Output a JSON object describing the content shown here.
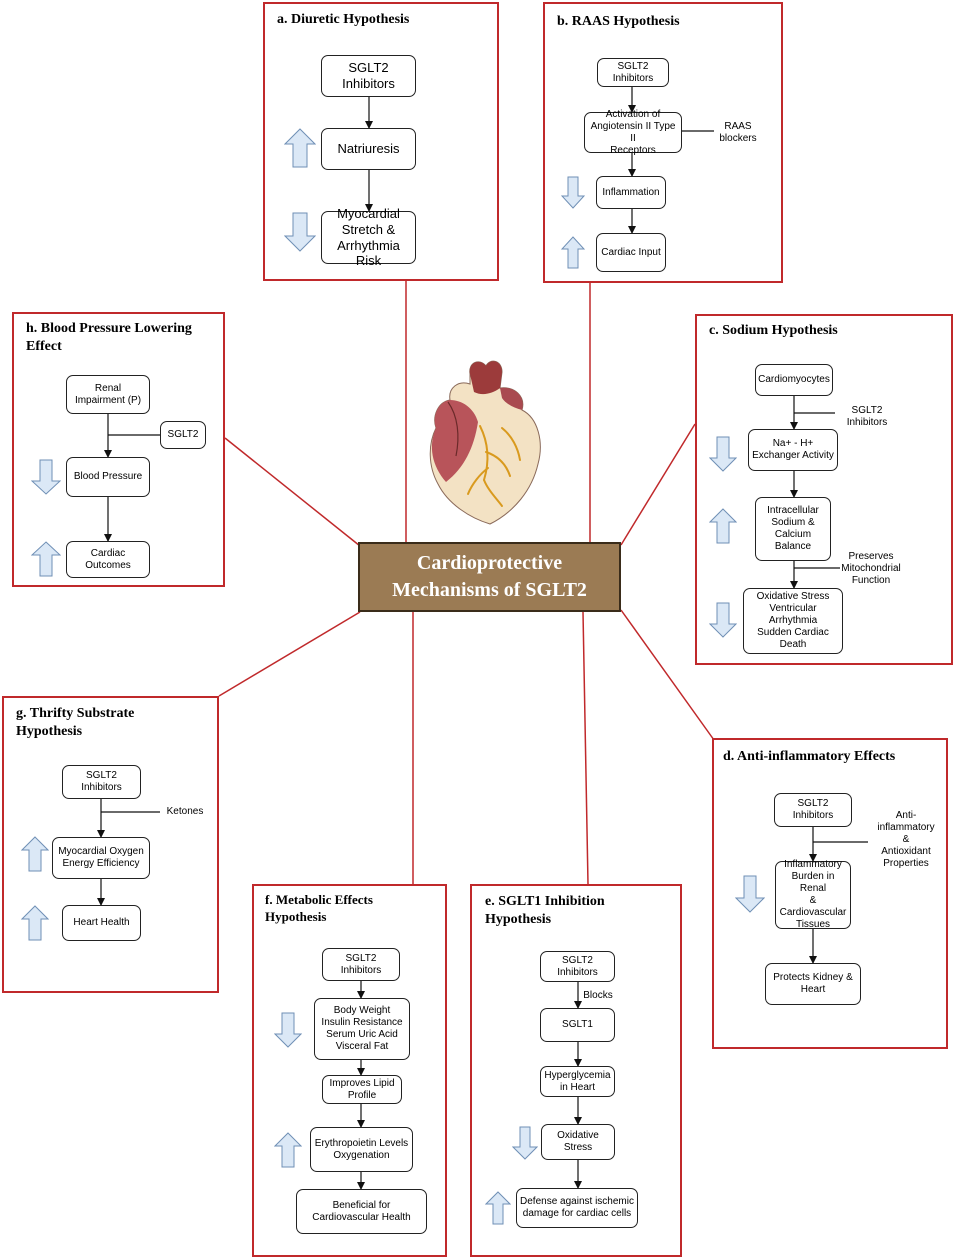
{
  "center": {
    "title": "Cardioprotective\nMechanisms of SGLT2"
  },
  "panels": {
    "a": {
      "title": "a. Diuretic Hypothesis",
      "nodes": [
        "SGLT2\nInhibitors",
        "Natriuresis",
        "Myocardial\nStretch &\nArrhythmia Risk"
      ]
    },
    "b": {
      "title": "b. RAAS Hypothesis",
      "nodes": [
        "SGLT2\nInhibitors",
        "Activation of\nAngiotensin II Type II\nReceptors",
        "Inflammation",
        "Cardiac Input"
      ],
      "note": "RAAS\nblockers"
    },
    "c": {
      "title": "c. Sodium Hypothesis",
      "nodes": [
        "Cardiomyocytes",
        "Na+ - H+\nExchanger Activity",
        "Intracellular\nSodium &\nCalcium\nBalance",
        "Oxidative Stress\nVentricular Arrhythmia\nSudden Cardiac\nDeath"
      ],
      "notes": [
        "SGLT2\nInhibitors",
        "Preserves\nMitochondrial\nFunction"
      ]
    },
    "d": {
      "title": "d. Anti-inflammatory Effects",
      "nodes": [
        "SGLT2\nInhibitors",
        "Inflammatory\nBurden in Renal\n&\nCardiovascular\nTissues",
        "Protects Kidney &\nHeart"
      ],
      "note": "Anti-\ninflammatory\n&\nAntioxidant\nProperties"
    },
    "e": {
      "title": "e. SGLT1 Inhibition\nHypothesis",
      "nodes": [
        "SGLT2\nInhibitors",
        "SGLT1",
        "Hyperglycemia\nin Heart",
        "Oxidative Stress",
        "Defense against ischemic\ndamage for cardiac cells"
      ],
      "note": "Blocks"
    },
    "f": {
      "title": "f. Metabolic Effects\nHypothesis",
      "nodes": [
        "SGLT2\nInhibitors",
        "Body Weight\nInsulin Resistance\nSerum Uric Acid\nVisceral Fat",
        "Improves Lipid\nProfile",
        "Erythropoietin Levels\nOxygenation",
        "Beneficial for\nCardiovascular Health"
      ]
    },
    "g": {
      "title": "g. Thrifty Substrate\nHypothesis",
      "nodes": [
        "SGLT2\nInhibitors",
        "Myocardial Oxygen\nEnergy Efficiency",
        "Heart Health"
      ],
      "note": "Ketones"
    },
    "h": {
      "title": "h. Blood Pressure Lowering\nEffect",
      "nodes": [
        "Renal\nImpairment (P)",
        "Blood Pressure",
        "Cardiac\nOutcomes"
      ],
      "note": "SGLT2"
    }
  },
  "colors": {
    "border": "#c0292b",
    "center_fill": "#9b7b54",
    "arrow_fill": "#dbe8f6",
    "arrow_stroke": "#6f8fb5"
  }
}
